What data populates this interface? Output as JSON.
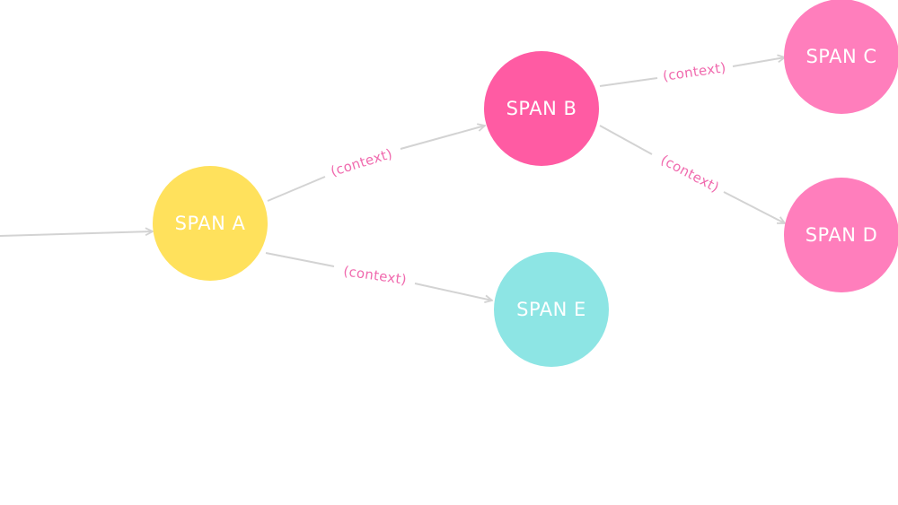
{
  "diagram": {
    "nodes": [
      {
        "id": "a",
        "label": "SPAN A",
        "color": "#FFE15C"
      },
      {
        "id": "b",
        "label": "SPAN B",
        "color": "#FF5BA3"
      },
      {
        "id": "c",
        "label": "SPAN C",
        "color": "#FF7EBC"
      },
      {
        "id": "d",
        "label": "SPAN D",
        "color": "#FF7EBC"
      },
      {
        "id": "e",
        "label": "SPAN E",
        "color": "#8DE5E4"
      }
    ],
    "edges": [
      {
        "id": "in-a",
        "from": "",
        "to": "a",
        "label": ""
      },
      {
        "id": "a-b",
        "from": "a",
        "to": "b",
        "label": "(context)"
      },
      {
        "id": "a-e",
        "from": "a",
        "to": "e",
        "label": "(context)"
      },
      {
        "id": "b-c",
        "from": "b",
        "to": "c",
        "label": "(context)"
      },
      {
        "id": "b-d",
        "from": "b",
        "to": "d",
        "label": "(context)"
      }
    ],
    "colors": {
      "edge": "#D3D3D3",
      "edge_label": "#F06AAE",
      "node_text": "#FFFFFF"
    }
  }
}
